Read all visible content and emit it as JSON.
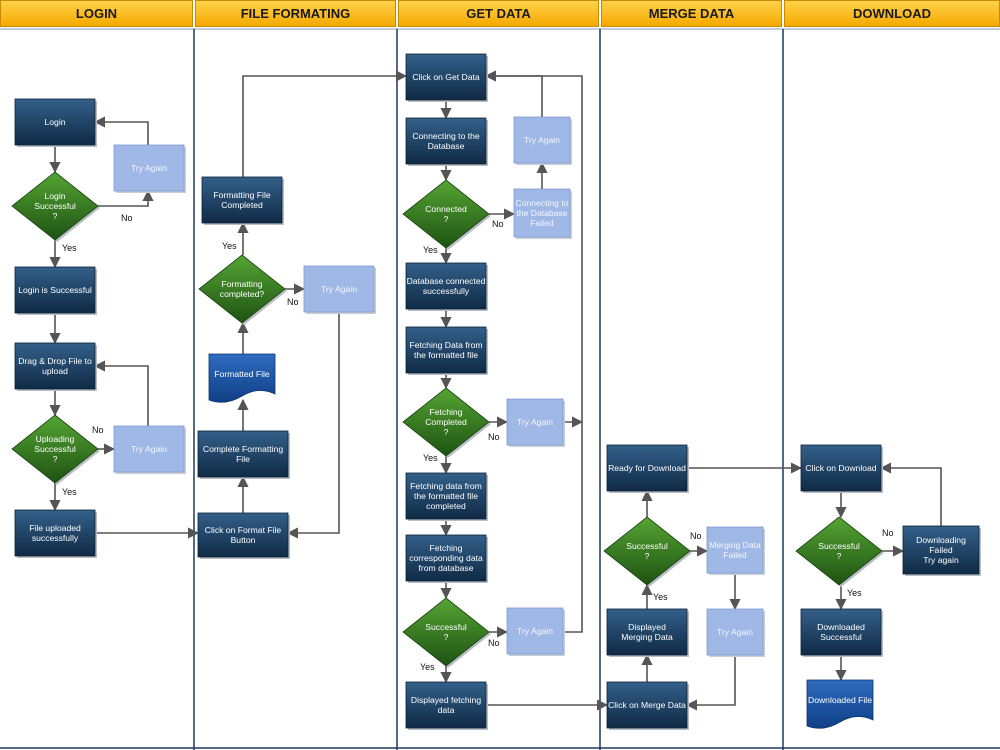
{
  "lanes": [
    "LOGIN",
    "FILE FORMATING",
    "GET DATA",
    "MERGE DATA",
    "DOWNLOAD"
  ],
  "nodes": {
    "login": "Login",
    "login_try_again": "Try Again",
    "login_successful": "Login\nSuccessful\n?",
    "login_is_successful": "Login is Successful",
    "drag_drop": "Drag & Drop File to\nupload",
    "uploading_successful": "Uploading\nSuccessful\n?",
    "upload_try_again": "Try Again",
    "file_uploaded": "File uploaded\nsuccessfully",
    "formatting_completed_box": "Formatting File\nCompleted",
    "formatting_completed_q": "Formatting\ncompleted?",
    "format_try_again": "Try Again",
    "formatted_file": "Formatted File",
    "complete_formatting": "Complete Formatting\nFile",
    "click_format": "Click on Format File\nButton",
    "click_get_data": "Click on Get Data",
    "connecting_db": "Connecting to the\nDatabase",
    "db_try_again": "Try Again",
    "connected_q": "Connected\n?",
    "connect_failed": "Connecting to\nthe Database\nFailed",
    "db_connected": "Database connected\nsuccessfully",
    "fetching_data": "Fetching Data from\nthe formatted file",
    "fetching_completed_q": "Fetching\nCompleted\n?",
    "fetch_try_again": "Try Again",
    "fetch_completed": "Fetching data from\nthe formatted file\ncompleted",
    "fetch_corresponding": "Fetching\ncorresponding data\nfrom database",
    "getdata_successful_q": "Successful\n?",
    "getdata_try_again": "Try Again",
    "displayed_fetching": "Displayed fetching\ndata",
    "ready_download": "Ready for Download",
    "merge_successful_q": "Successful\n?",
    "merging_failed": "Merging Data\nFailed",
    "displayed_merging": "Displayed\nMerging Data",
    "merge_try_again": "Try Again",
    "click_merge": "Click on Merge Data",
    "click_download": "Click on Download",
    "download_successful_q": "Successful\n?",
    "download_failed": "Downloading\nFailed\nTry again",
    "downloaded_successful": "Downloaded\nSuccessful",
    "downloaded_file": "Downloaded File"
  },
  "edge_labels": {
    "yes": "Yes",
    "no": "No"
  },
  "colors": {
    "header_top": "#ffd24a",
    "header_bottom": "#f5a900",
    "process_top": "#34608a",
    "process_bottom": "#0f2a45",
    "decision_top": "#4e9a2e",
    "decision_bottom": "#1e5212",
    "retry_fill": "#9fb8e6",
    "lane_divider": "#1f3a5a",
    "arrow": "#555555"
  }
}
